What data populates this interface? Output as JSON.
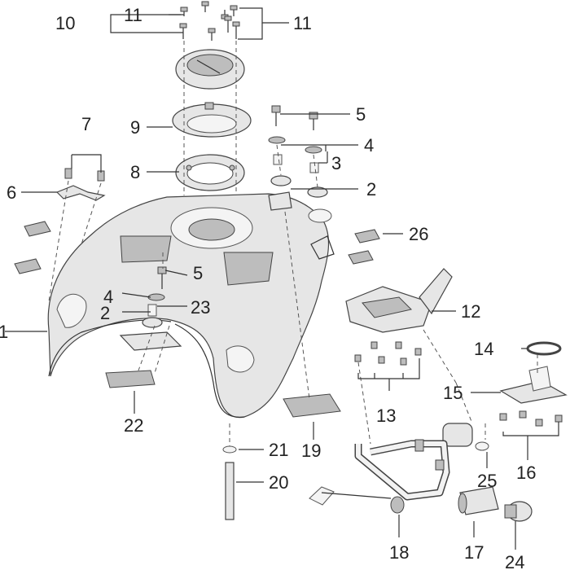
{
  "callouts": {
    "c1": "1",
    "c2a": "2",
    "c2b": "2",
    "c3": "3",
    "c4a": "4",
    "c4b": "4",
    "c5a": "5",
    "c5b": "5",
    "c6": "6",
    "c7": "7",
    "c8": "8",
    "c9": "9",
    "c10": "10",
    "c11a": "11",
    "c11b": "11",
    "c12": "12",
    "c13": "13",
    "c14": "14",
    "c15": "15",
    "c16": "16",
    "c17": "17",
    "c18": "18",
    "c19": "19",
    "c20": "20",
    "c21": "21",
    "c22": "22",
    "c23": "23",
    "c24": "24",
    "c25": "25",
    "c26": "26"
  },
  "colors": {
    "line": "#333333",
    "part_fill": "#e6e6e6",
    "shade": "#bdbdbd"
  }
}
